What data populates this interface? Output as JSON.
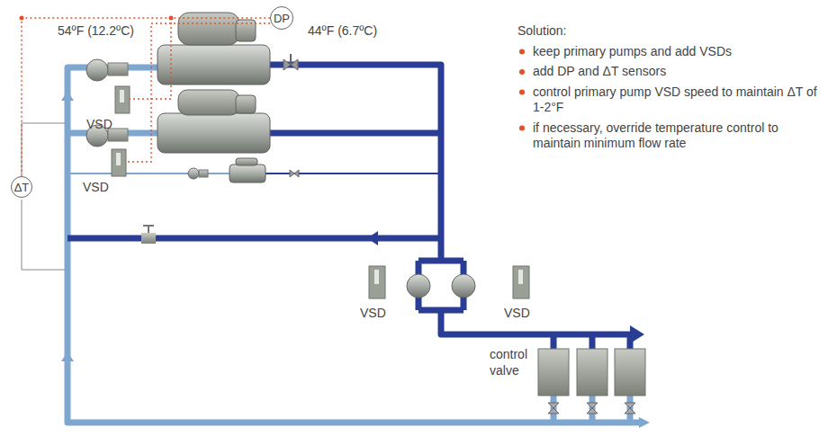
{
  "diagram": {
    "nodes": [
      {
        "text": [
          "DP"
        ]
      },
      {
        "text": [
          "ΔT"
        ]
      }
    ],
    "edges": [
      {
        "from": 1,
        "to": 0,
        "arrow": "none"
      }
    ],
    "labels": [
      "54ºF (12.2ºC)",
      "44ºF (6.7ºC)",
      "VSD",
      "VSD",
      "VSD",
      "VSD",
      "control valve",
      "Solution:",
      "keep primary pumps and add VSDs",
      "add DP and ΔT sensors",
      "control primary pump VSD speed to maintain ΔT of 1-2°F",
      "if necessary, override temperature control to maintain minimum flow rate"
    ]
  }
}
